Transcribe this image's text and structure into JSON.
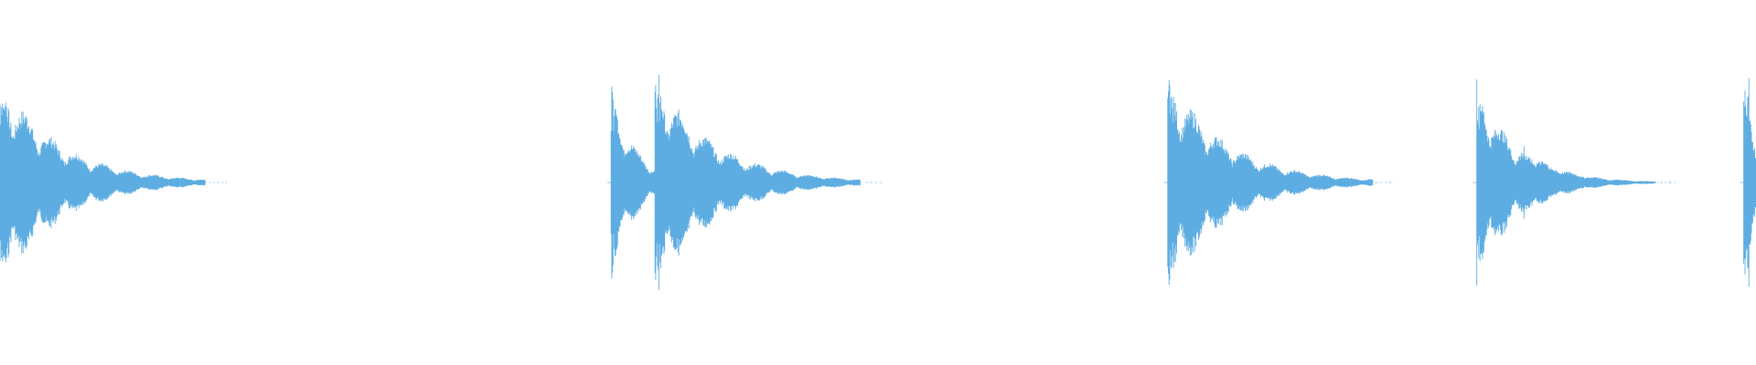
{
  "waveform": {
    "color": "#5dade2",
    "background": "#ffffff",
    "bursts": [
      {
        "t": 0.0,
        "peak": 0.97,
        "decay": 0.045
      },
      {
        "t": 0.348,
        "peak": 0.9,
        "decay": 0.018
      },
      {
        "t": 0.373,
        "peak": 0.98,
        "decay": 0.045
      },
      {
        "t": 0.665,
        "peak": 0.98,
        "decay": 0.045
      },
      {
        "t": 0.841,
        "peak": 0.95,
        "decay": 0.028
      },
      {
        "t": 0.865,
        "peak": 0.35,
        "decay": 0.03
      },
      {
        "t": 0.993,
        "peak": 0.96,
        "decay": 0.012
      }
    ]
  }
}
